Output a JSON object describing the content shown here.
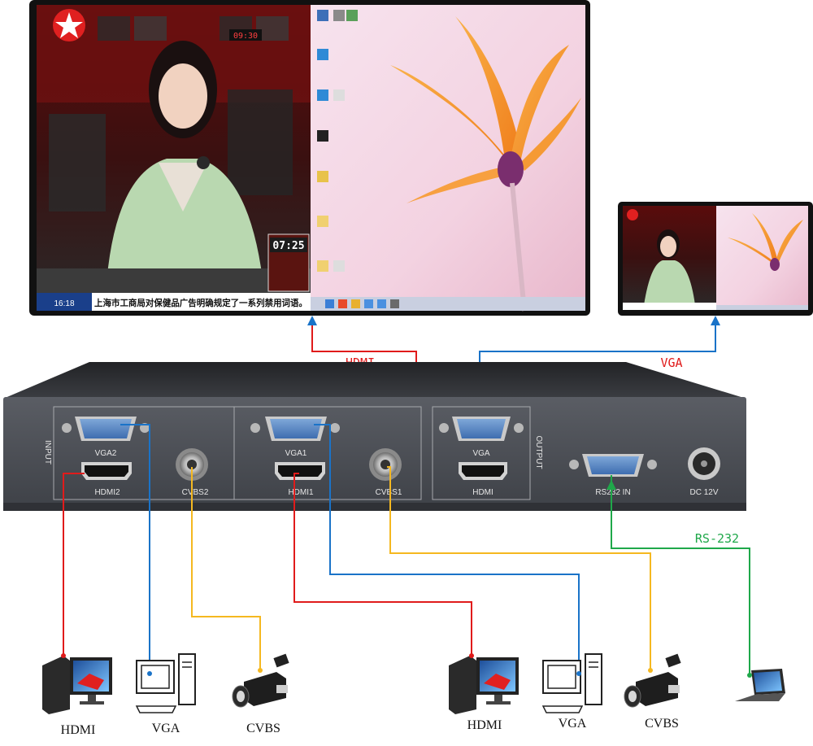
{
  "colors": {
    "hdmi_cable": "#e01b1b",
    "vga_cable": "#1a73c8",
    "cvbs_cable": "#f5b820",
    "rs232_cable": "#1fa84a",
    "panel": "#4b4e55",
    "panel_dark": "#2b2d31",
    "hdmi_label_color": "#e01b1b",
    "vga_label_color": "#e01b1b",
    "rs232_label_color": "#1fa84a"
  },
  "main_display": {
    "ticker_text": "上海市工商局对保健品广告明确规定了一系列禁用词语。",
    "ticker_time": "16:18",
    "clock_text": "07:25",
    "studio_clock": "09:30"
  },
  "cable_labels": {
    "hdmi_out": "HDMI",
    "vga_out": "VGA",
    "rs232": "RS-232"
  },
  "device": {
    "input_label": "INPUT",
    "output_label": "OUTPUT",
    "ports": {
      "vga2": "VGA2",
      "hdmi2": "HDMI2",
      "cvbs2": "CVBS2",
      "vga1": "VGA1",
      "hdmi1": "HDMI1",
      "cvbs1": "CVBS1",
      "vga_out": "VGA",
      "hdmi_out": "HDMI",
      "rs232_in": "RS232 IN",
      "dc": "DC 12V"
    }
  },
  "sources": {
    "left": [
      "HDMI",
      "VGA",
      "CVBS"
    ],
    "right": [
      "HDMI",
      "VGA",
      "CVBS"
    ]
  }
}
